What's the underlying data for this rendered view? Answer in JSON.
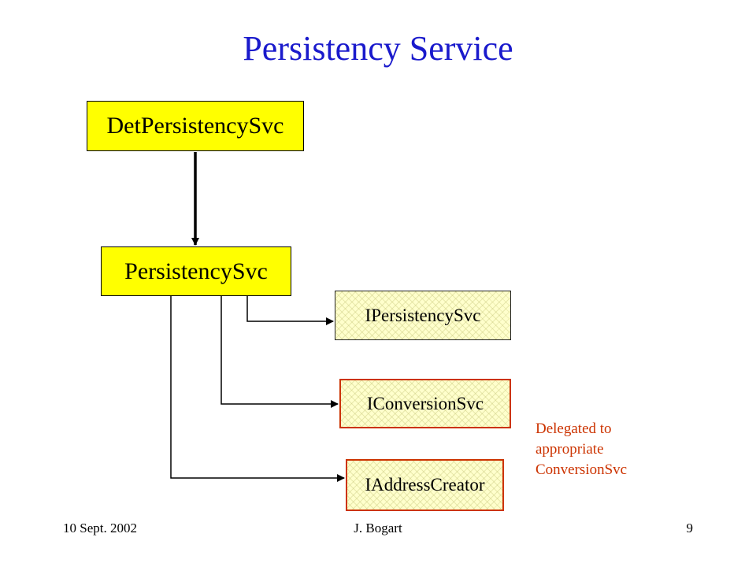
{
  "slide": {
    "title": "Persistency Service"
  },
  "diagram": {
    "nodes": {
      "det_persistency_svc": "DetPersistencySvc",
      "persistency_svc": "PersistencySvc",
      "i_persistency_svc": "IPersistencySvc",
      "i_conversion_svc": "IConversionSvc",
      "i_address_creator": "IAddressCreator"
    },
    "note": {
      "line1": "Delegated to",
      "line2": "appropriate",
      "line3": "ConversionSvc"
    },
    "colors": {
      "title": "#1a1acc",
      "service_fill": "#ffff00",
      "interface_fill": "#ffffcc",
      "highlight": "#cc3300"
    }
  },
  "footer": {
    "date": "10 Sept. 2002",
    "author": "J. Bogart",
    "page": "9"
  }
}
